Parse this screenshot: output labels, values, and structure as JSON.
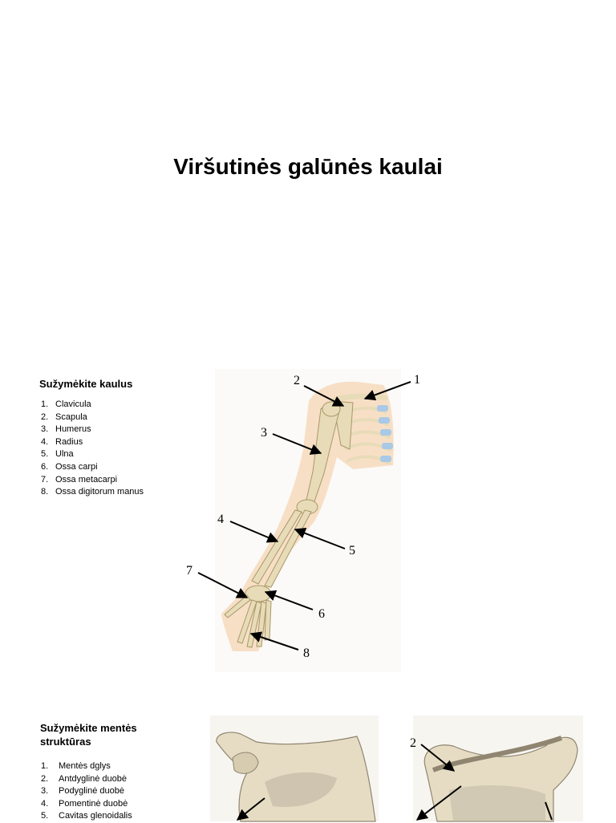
{
  "page": {
    "title": "Viršutinės galūnės kaulai"
  },
  "section1": {
    "heading": "Sužymėkite kaulus",
    "items": [
      {
        "num": "1.",
        "label": "Clavicula"
      },
      {
        "num": "2.",
        "label": "Scapula"
      },
      {
        "num": "3.",
        "label": "Humerus"
      },
      {
        "num": "4.",
        "label": "Radius"
      },
      {
        "num": "5.",
        "label": "Ulna"
      },
      {
        "num": "6.",
        "label": "Ossa carpi"
      },
      {
        "num": "7.",
        "label": "Ossa metacarpi"
      },
      {
        "num": "8.",
        "label": "Ossa digitorum manus"
      }
    ],
    "figure_labels": [
      "1",
      "2",
      "3",
      "4",
      "5",
      "6",
      "7",
      "8"
    ]
  },
  "section2": {
    "heading_line1": "Sužymėkite mentės",
    "heading_line2": "struktūras",
    "items": [
      {
        "num": "1.",
        "label": "Mentės dglys"
      },
      {
        "num": "2.",
        "label": "Antdyglinė duobė"
      },
      {
        "num": "3.",
        "label": "Podyglinė duobė"
      },
      {
        "num": "4.",
        "label": "Pomentinė duobė"
      },
      {
        "num": "5.",
        "label": "Cavitas glenoidalis"
      }
    ],
    "figure_labels": [
      "2"
    ]
  },
  "colors": {
    "bone": "#e8dcb8",
    "bone_outline": "#a89868",
    "skin": "#f6d9bd",
    "cartilage": "#a9c9e6",
    "scapula": "#e6dcc4",
    "scapula_shadow": "#b9b1a0"
  }
}
